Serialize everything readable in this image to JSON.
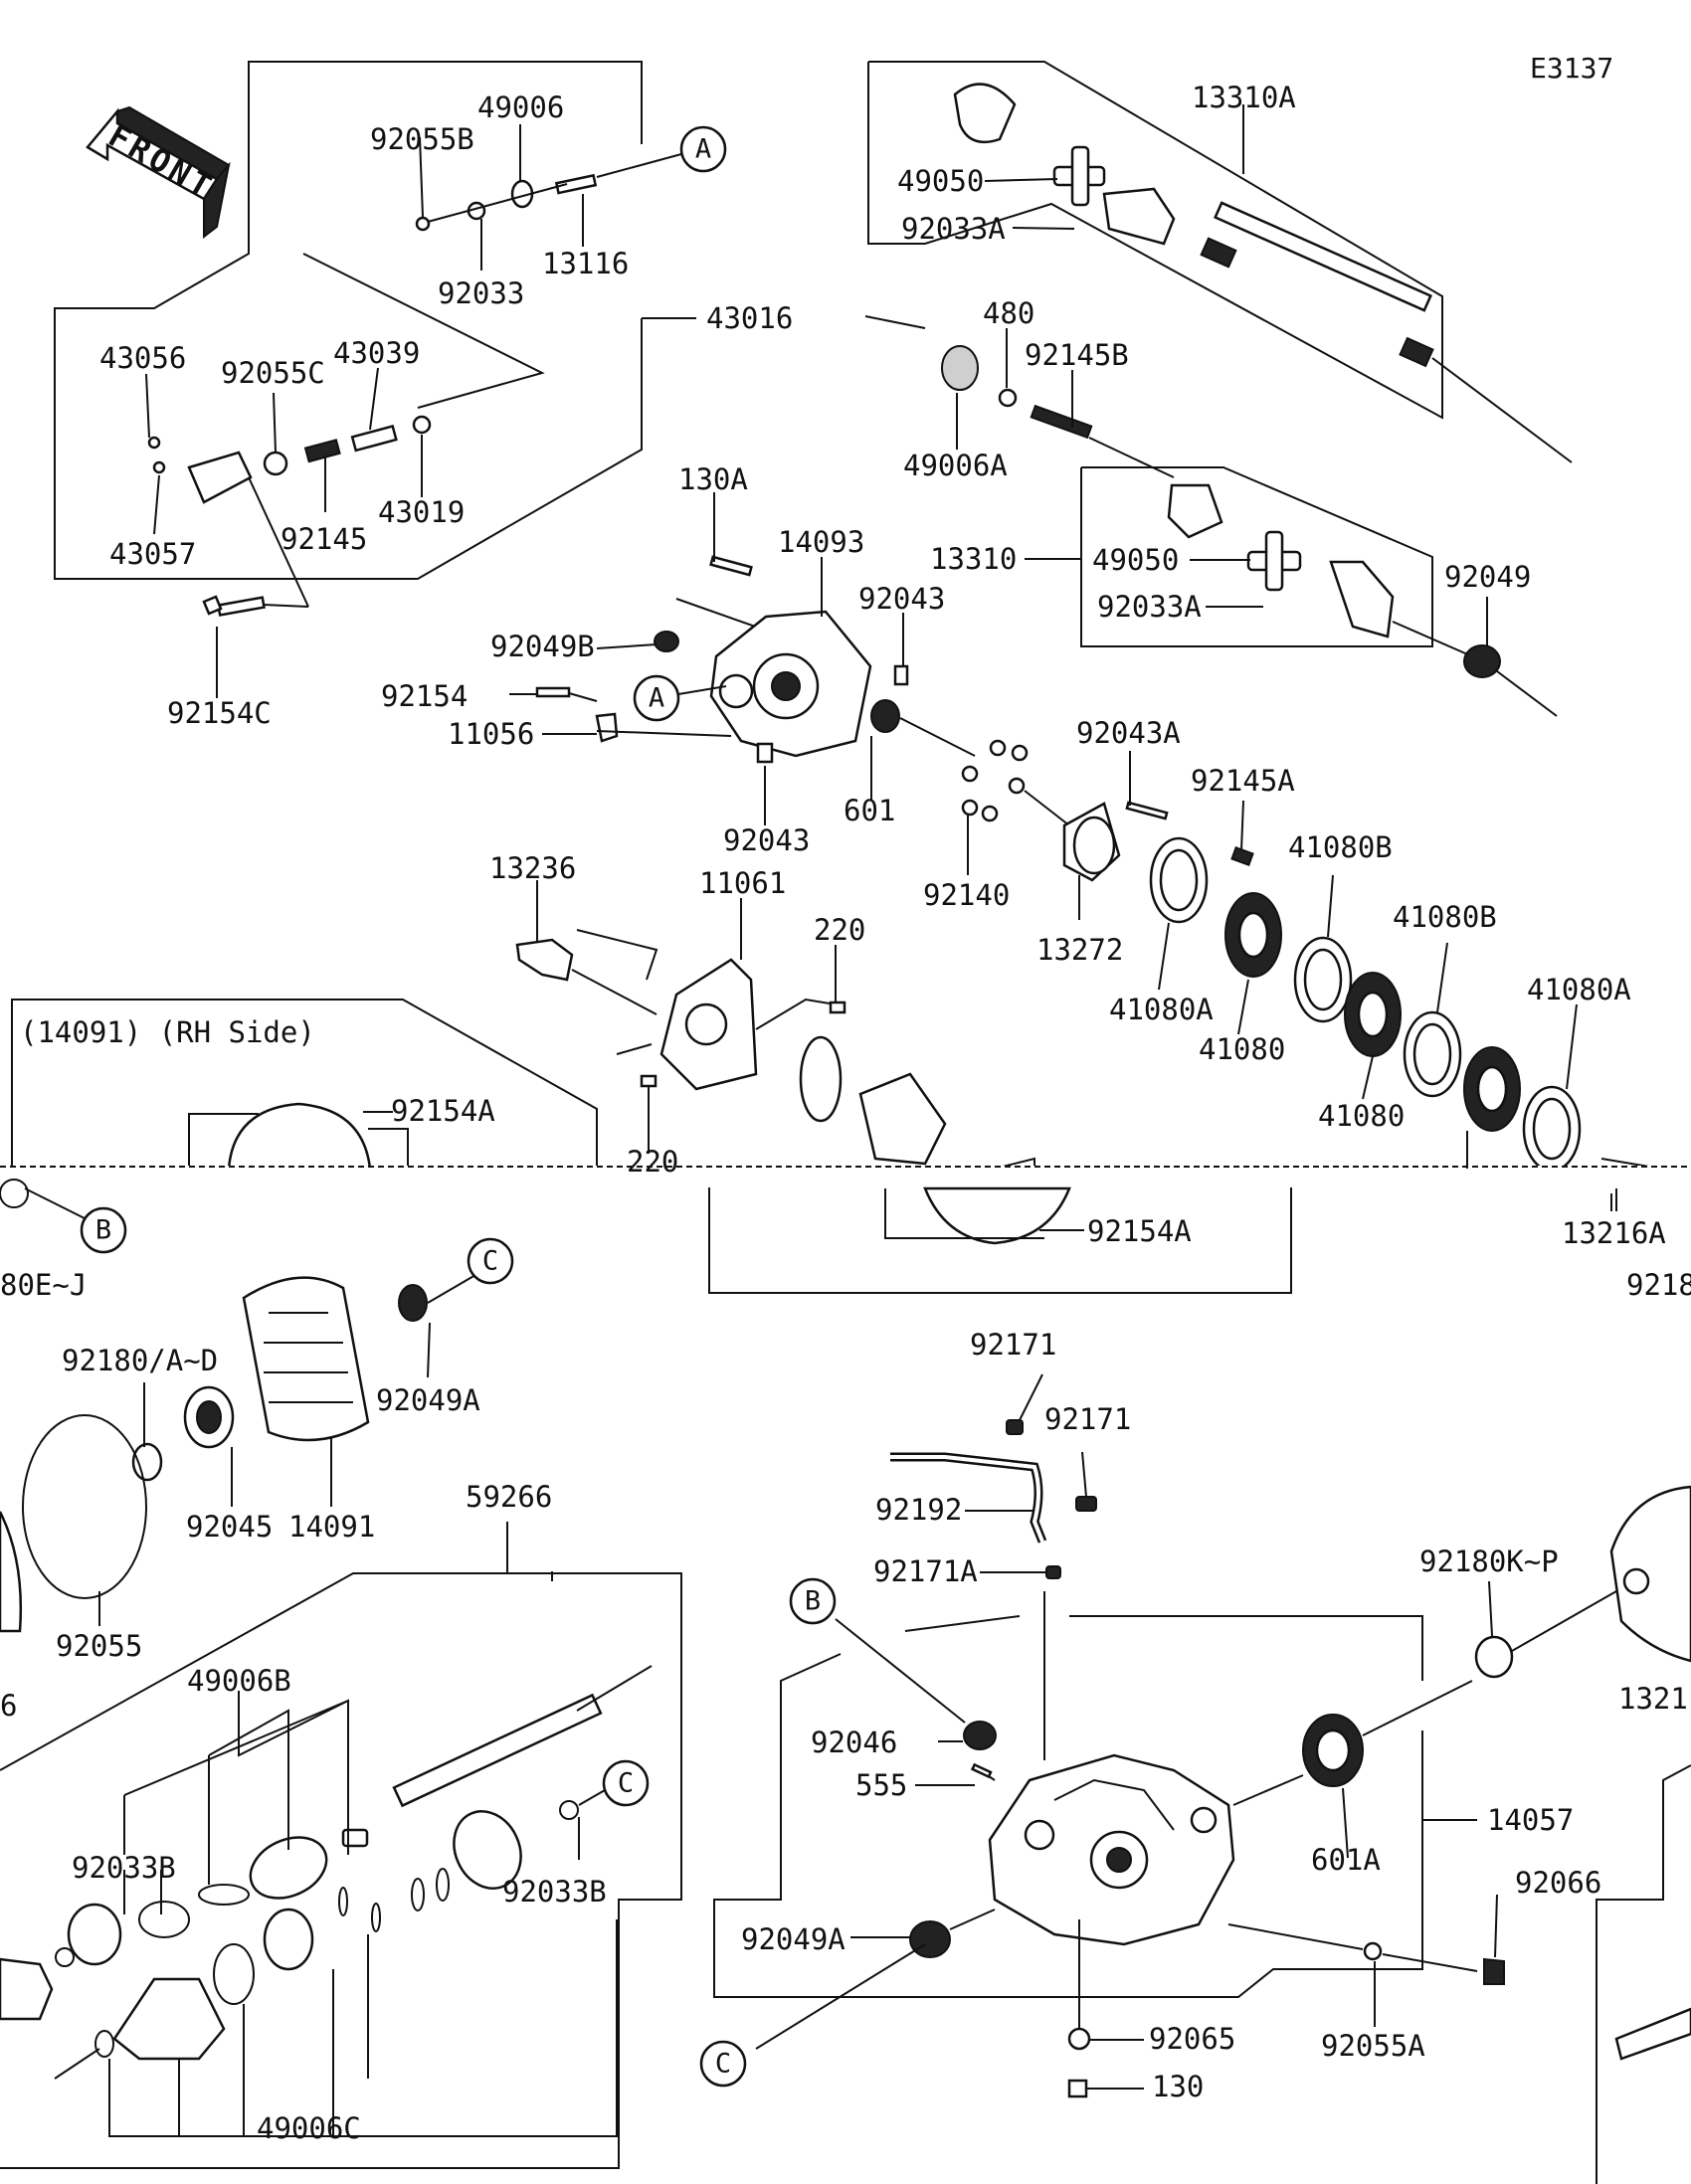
{
  "diagram_code": "E3137",
  "front_arrow_label": "FRONT",
  "rh_side_label": "(14091) (RH Side)",
  "reference_circles": [
    "A",
    "A",
    "B",
    "B",
    "C",
    "C",
    "C"
  ],
  "part_numbers": {
    "p92055B": "92055B",
    "p49006": "49006",
    "p13116": "13116",
    "p92033": "92033",
    "p43016": "43016",
    "p43056": "43056",
    "p92055C": "92055C",
    "p43039": "43039",
    "p43057": "43057",
    "p92145": "92145",
    "p43019": "43019",
    "p92154C": "92154C",
    "p13310A": "13310A",
    "p49050_a": "49050",
    "p92033A_a": "92033A",
    "p480": "480",
    "p92145B": "92145B",
    "p49006A": "49006A",
    "p130A": "130A",
    "p14093": "14093",
    "p92043_a": "92043",
    "p13310": "13310",
    "p49050_b": "49050",
    "p92033A_b": "92033A",
    "p92049": "92049",
    "p92049B": "92049B",
    "p92154": "92154",
    "p11056": "11056",
    "p601": "601",
    "p92043_b": "92043",
    "p92140": "92140",
    "p92043A": "92043A",
    "p92145A": "92145A",
    "p13272": "13272",
    "p41080A_a": "41080A",
    "p41080_a": "41080",
    "p41080B_a": "41080B",
    "p41080_b": "41080",
    "p41080B_b": "41080B",
    "p41080A_b": "41080A",
    "p13236": "13236",
    "p11061": "11061",
    "p220_a": "220",
    "p220_b": "220",
    "p92154A_a": "92154A",
    "p92154A_b": "92154A",
    "p13216A": "13216A",
    "p92180E_J": "80E~J",
    "p9218_cut": "9218",
    "p92180A_D": "92180/A~D",
    "p92045": "92045",
    "p14091": "14091",
    "p92049A_a": "92049A",
    "p92055": "92055",
    "p6_cut": "6",
    "p59266": "59266",
    "p49006B": "49006B",
    "p92033B_a": "92033B",
    "p92033B_b": "92033B",
    "p49006C": "49006C",
    "p92171_a": "92171",
    "p92171_b": "92171",
    "p92192": "92192",
    "p92171A": "92171A",
    "p92046": "92046",
    "p555": "555",
    "p92049A_b": "92049A",
    "p92065": "92065",
    "p130": "130",
    "p601A": "601A",
    "p14057": "14057",
    "p92180K_P": "92180K~P",
    "p1321_cut": "1321",
    "p92066": "92066",
    "p92055A": "92055A"
  }
}
